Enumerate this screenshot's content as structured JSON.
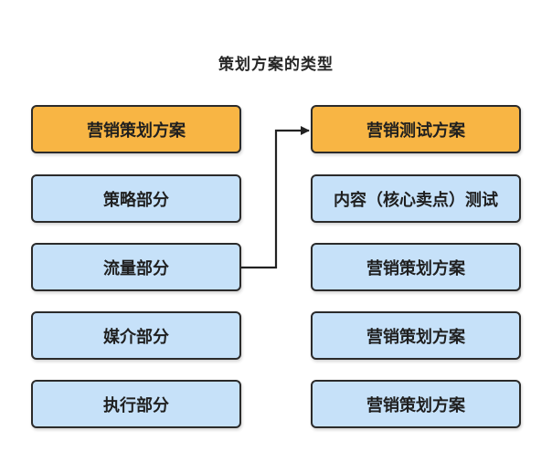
{
  "title": "策划方案的类型",
  "left_column": [
    {
      "label": "营销策划方案",
      "style": "orange"
    },
    {
      "label": "策略部分",
      "style": "blue"
    },
    {
      "label": "流量部分",
      "style": "blue"
    },
    {
      "label": "媒介部分",
      "style": "blue"
    },
    {
      "label": "执行部分",
      "style": "blue"
    }
  ],
  "right_column": [
    {
      "label": "营销测试方案",
      "style": "orange"
    },
    {
      "label": "内容（核心卖点）测试",
      "style": "blue"
    },
    {
      "label": "营销策划方案",
      "style": "blue"
    },
    {
      "label": "营销策划方案",
      "style": "blue"
    },
    {
      "label": "营销策划方案",
      "style": "blue"
    }
  ],
  "connector": {
    "from": "流量部分",
    "to": "营销测试方案"
  },
  "colors": {
    "orange": "#f8b544",
    "blue": "#c6e1f9",
    "border": "#2b2b2b"
  }
}
